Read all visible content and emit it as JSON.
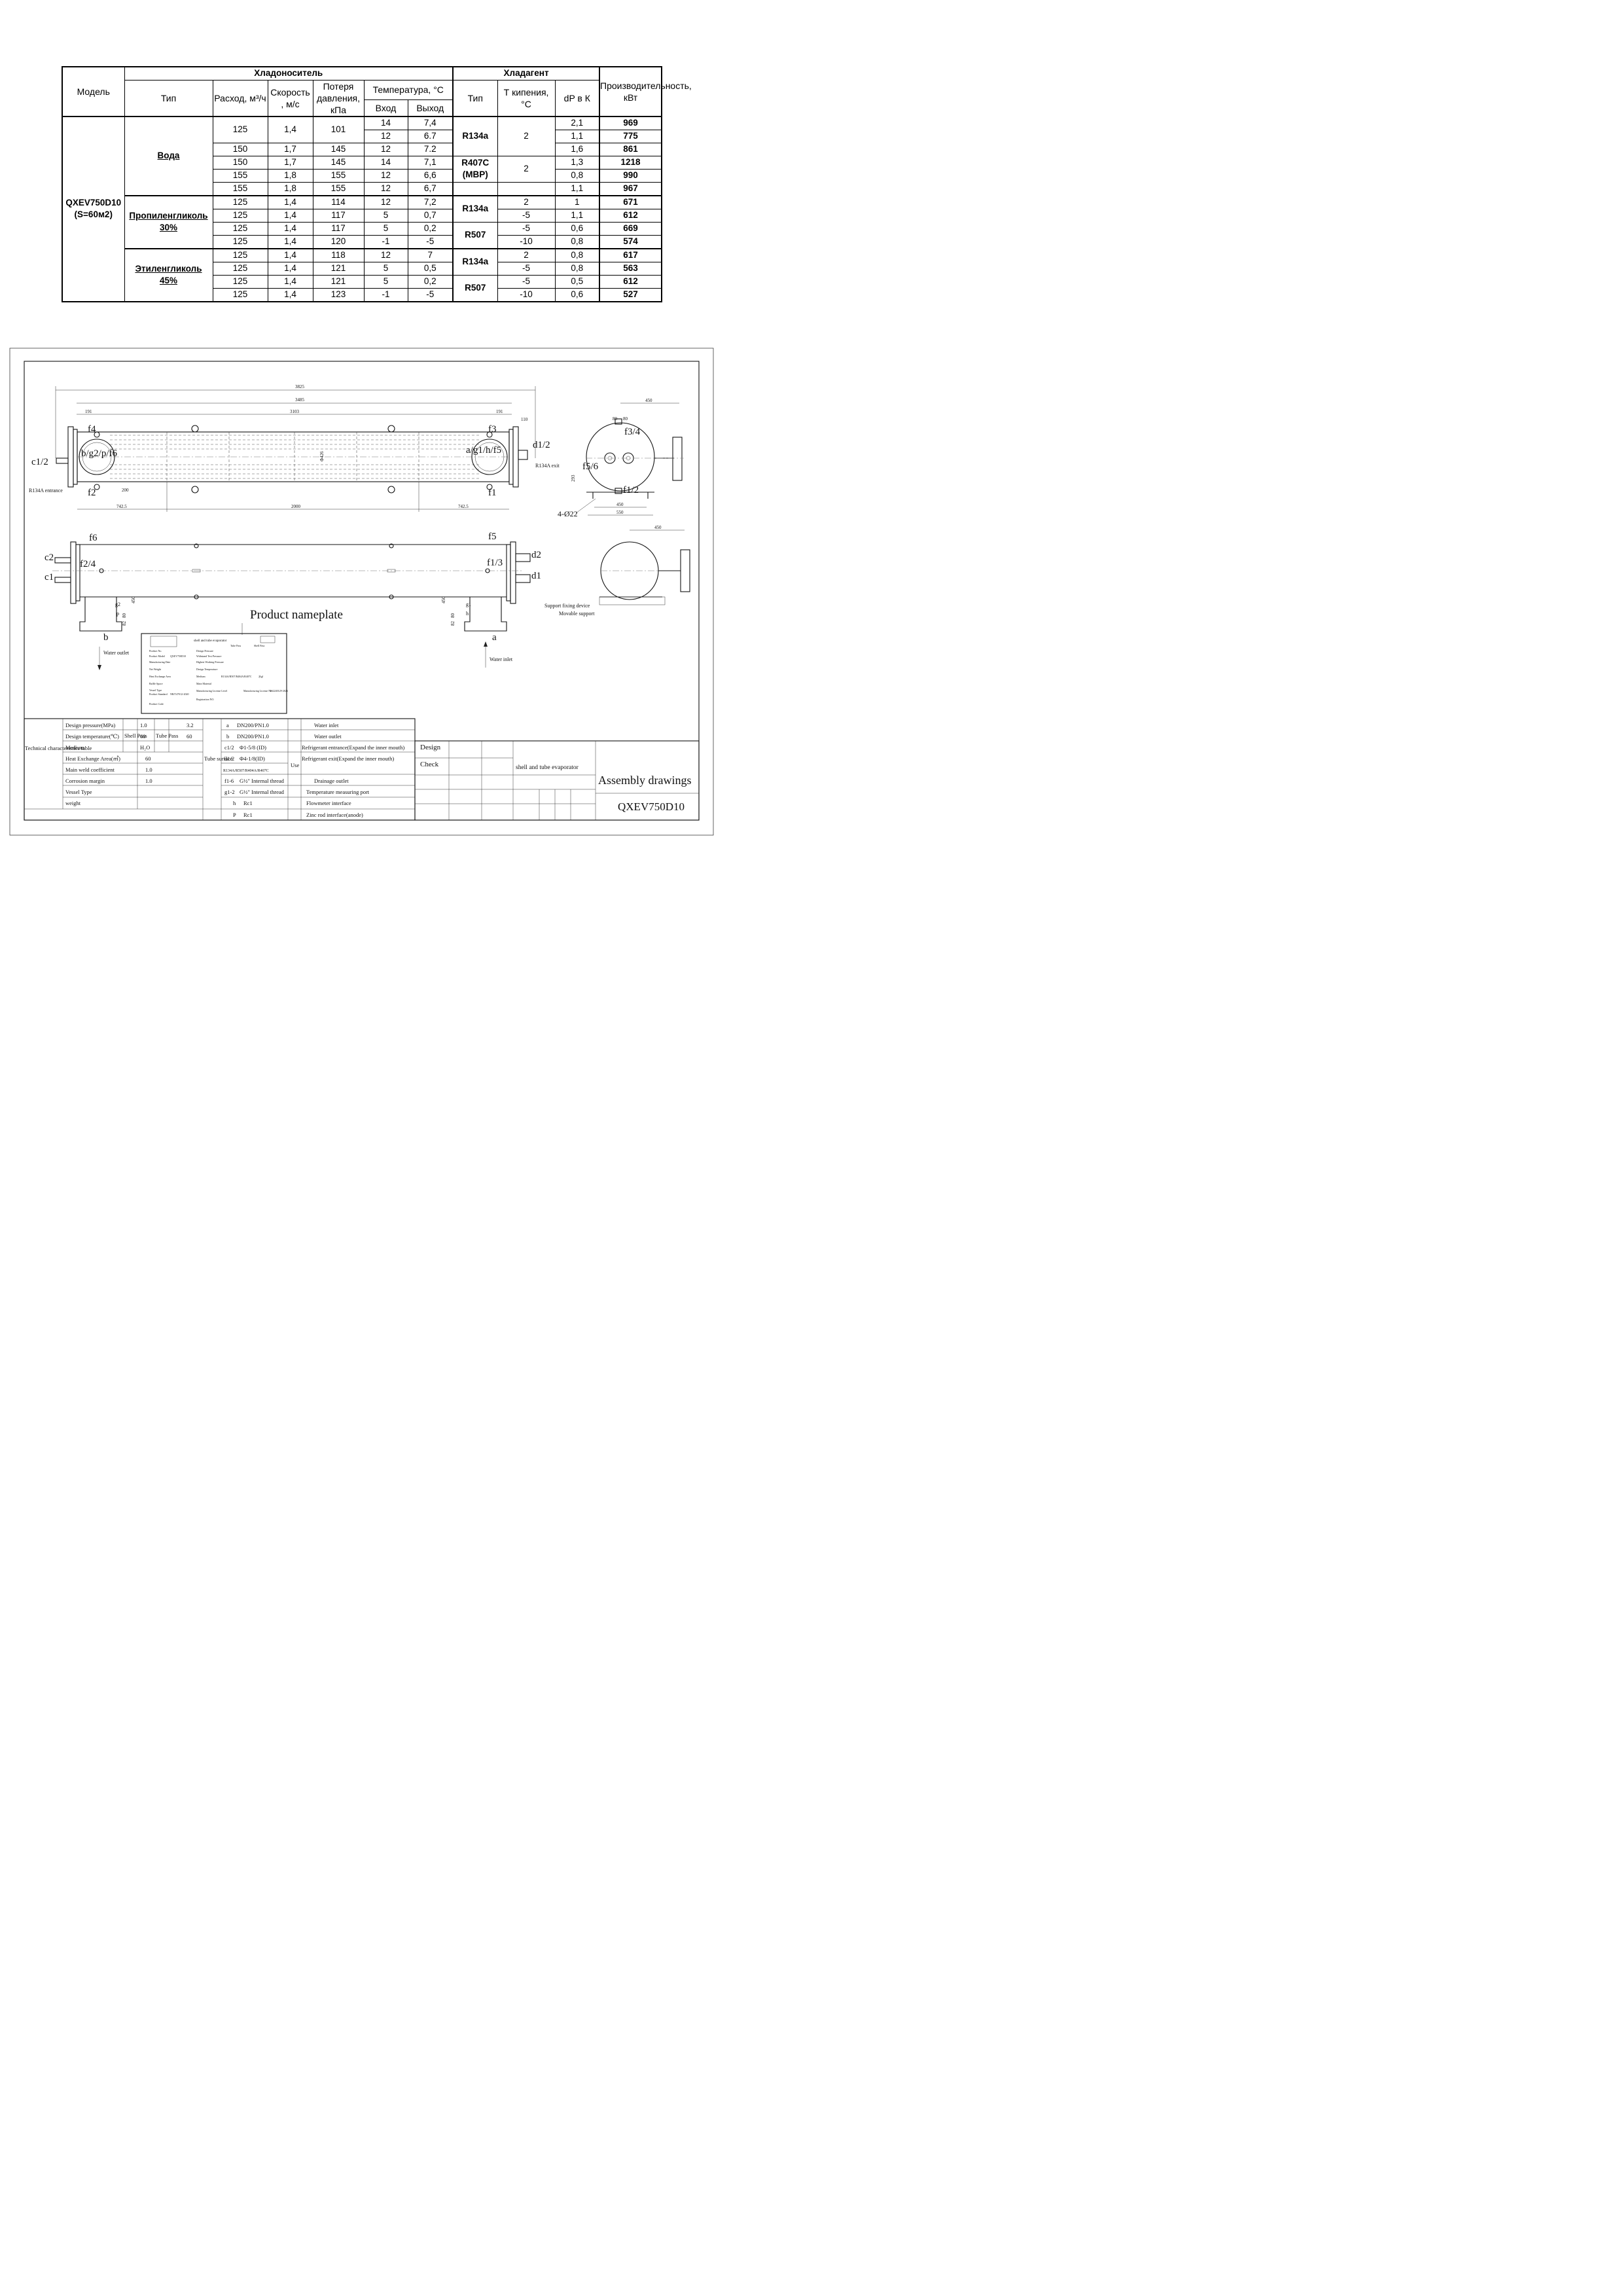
{
  "spec_table": {
    "header": {
      "model": "Модель",
      "coolant": "Хладоноситель",
      "refrigerant": "Хладагент",
      "type": "Тип",
      "flow": "Расход, м³/ч",
      "speed": "Скорость , м/с",
      "pressure_loss": "Потеря давления, кПа",
      "temperature": "Температура, °С",
      "inlet": "Вход",
      "outlet": "Выход",
      "ref_type": "Тип",
      "boil_temp": "Т кипения, °С",
      "dp": "dP в К",
      "capacity": "Производительность, кВт"
    },
    "model": "QXEV750D10",
    "model_area": "(S=60м2)",
    "coolants": {
      "water": "Вода",
      "propylene_1": "Пропиленгликоль",
      "propylene_2": "30%",
      "ethylene_1": "Этиленгликоль",
      "ethylene_2": "45%"
    },
    "rows": [
      {
        "flow": "125",
        "speed": "1,4",
        "loss": "101",
        "tin": "14",
        "tout": "7,4",
        "dp": "2,1",
        "cap": "969"
      },
      {
        "tin": "12",
        "tout": "6.7",
        "dp": "1,1",
        "cap": "775"
      },
      {
        "flow": "150",
        "speed": "1,7",
        "loss": "145",
        "tin": "12",
        "tout": "7.2",
        "dp": "1,6",
        "cap": "861"
      },
      {
        "flow": "150",
        "speed": "1,7",
        "loss": "145",
        "tin": "14",
        "tout": "7,1",
        "dp": "1,3",
        "cap": "1218"
      },
      {
        "flow": "155",
        "speed": "1,8",
        "loss": "155",
        "tin": "12",
        "tout": "6,6",
        "dp": "0,8",
        "cap": "990"
      },
      {
        "flow": "155",
        "speed": "1,8",
        "loss": "155",
        "tin": "12",
        "tout": "6,7",
        "dp": "1,1",
        "cap": "967"
      },
      {
        "flow": "125",
        "speed": "1,4",
        "loss": "114",
        "tin": "12",
        "tout": "7,2",
        "boil": "2",
        "dp": "1",
        "cap": "671"
      },
      {
        "flow": "125",
        "speed": "1,4",
        "loss": "117",
        "tin": "5",
        "tout": "0,7",
        "boil": "-5",
        "dp": "1,1",
        "cap": "612"
      },
      {
        "flow": "125",
        "speed": "1,4",
        "loss": "117",
        "tin": "5",
        "tout": "0,2",
        "boil": "-5",
        "dp": "0,6",
        "cap": "669"
      },
      {
        "flow": "125",
        "speed": "1,4",
        "loss": "120",
        "tin": "-1",
        "tout": "-5",
        "boil": "-10",
        "dp": "0,8",
        "cap": "574"
      },
      {
        "flow": "125",
        "speed": "1,4",
        "loss": "118",
        "tin": "12",
        "tout": "7",
        "boil": "2",
        "dp": "0,8",
        "cap": "617"
      },
      {
        "flow": "125",
        "speed": "1,4",
        "loss": "121",
        "tin": "5",
        "tout": "0,5",
        "boil": "-5",
        "dp": "0,8",
        "cap": "563"
      },
      {
        "flow": "125",
        "speed": "1,4",
        "loss": "121",
        "tin": "5",
        "tout": "0,2",
        "boil": "-5",
        "dp": "0,5",
        "cap": "612"
      },
      {
        "flow": "125",
        "speed": "1,4",
        "loss": "123",
        "tin": "-1",
        "tout": "-5",
        "boil": "-10",
        "dp": "0,6",
        "cap": "527"
      }
    ],
    "ref_types": {
      "r134a": "R134a",
      "r407c_1": "R407C",
      "r407c_2": "(MBP)",
      "r507": "R507"
    },
    "boil_groups": {
      "water_1": "2",
      "water_2": "2"
    }
  },
  "drawing": {
    "dims": {
      "total": "3825",
      "inner": "3485",
      "center": "3103",
      "left_off": "191",
      "right_off": "191",
      "flange": "110",
      "supp_space": "2000",
      "left_sup": "742.5",
      "right_sup": "742.5",
      "gap": "200",
      "dia": "Φ426",
      "end_width": "450",
      "noz_space_1": "80",
      "noz_space_2": "80",
      "height": "293",
      "base_w": "450",
      "base_w2": "550",
      "holes": "4-Ø22",
      "noz_h_1": "450",
      "noz_h_2": "450",
      "small_1": "80",
      "small_2": "82",
      "small_3": "80",
      "small_4": "82",
      "end2_width": "450"
    },
    "labels": {
      "f4": "f4",
      "f3": "f3",
      "f2": "f2",
      "f1": "f1",
      "c12": "c1/2",
      "d12": "d1/2",
      "bg": "b/g2/p/f6",
      "ag": "a/g1/h/f5",
      "r134in": "R134A entrance",
      "r134out": "R134A exit",
      "f34": "f3/4",
      "f56": "f5/6",
      "f12": "f1/2",
      "f6": "f6",
      "f5": "f5",
      "c2": "c2",
      "c1": "c1",
      "f24": "f2/4",
      "f13": "f1/3",
      "d2": "d2",
      "d1": "d1",
      "g2": "g2",
      "p": "p",
      "g1": "g1",
      "h": "h",
      "b": "b",
      "a": "a",
      "water_outlet": "Water outlet",
      "water_inlet": "Water inlet",
      "support_fix": "Support fixing device",
      "movable": "Movable support",
      "nameplate": "Product nameplate"
    },
    "nameplate": {
      "title": "shell and tube evaporator",
      "tube_pass": "Tube Pass",
      "shell_pass": "Shell Pass",
      "product_no": "Product No.",
      "product_model": "Product Model",
      "model_val": "QXEV750D10",
      "manuf_date": "Manufacturing Date",
      "net_weight": "Net Weight",
      "heat_area": "Heat Exchange Area",
      "baffle": "Baffle Space",
      "vessel_type": "Vessel Type",
      "product_std": "Product Standard",
      "std_val": "NB/T47012-2020",
      "product_code": "Product Code",
      "design_pressure": "Design Pressure",
      "withstand": "Withstand Test Pressure",
      "highest": "Highest Working Pressure",
      "design_temp": "Design Temperature",
      "medium": "Medium",
      "main_material": "Main Material",
      "manuf_license": "Manufacturing License Level",
      "manuf_license_no": "Manufacturing License No.",
      "registration": "Registration NO.",
      "license_no_val": "TS2240129-2026",
      "medium_val": "R134A/R507/R404A/R407C",
      "water_val": "水gl"
    },
    "tech_table": {
      "title": "Technical characteristics table",
      "design_pressure": "Design pressure(MPa)",
      "design_temp": "Design temperature(℃)",
      "medium": "Medium",
      "heat_area": "Heat Exchange Area(㎡)",
      "weld_coef": "Main weld coefficient",
      "corrosion": "Corrosion margin",
      "vessel_type": "Vessel Type",
      "weight": "weight",
      "shell_pass": "Shell Pass",
      "tube_pass": "Tube Pass",
      "sp_pressure": "1.0",
      "tp_pressure": "3.2",
      "sp_temp": "60",
      "tp_temp": "60",
      "sp_medium": "H₂O",
      "area_val": "60",
      "weld_val": "1.0",
      "corr_val": "1.0",
      "tube_surface": "Tube surface",
      "use": "Use",
      "conns": [
        {
          "k": "a",
          "v": "DN200/PN1.0",
          "u": "Water inlet"
        },
        {
          "k": "b",
          "v": "DN200/PN1.0",
          "u": "Water outlet"
        },
        {
          "k": "c1/2",
          "v": "Φ1-5/8 (ID)",
          "u": "Refrigerant entrance(Expand the inner mouth)"
        },
        {
          "k": "d1/2",
          "v": "Φ4-1/8(ID)",
          "u": "Refrigerant exit(Expand the inner mouth)"
        },
        {
          "k": "",
          "v": "R134A/R507/R404A/R407C",
          "u": ""
        },
        {
          "k": "f1-6",
          "v": "G½\" Internal thread",
          "u": "Drainage outlet"
        },
        {
          "k": "g1-2",
          "v": "G½\" Internal thread",
          "u": "Temperature measuring port"
        },
        {
          "k": "h",
          "v": "Rc1",
          "u": "Flowmeter interface"
        },
        {
          "k": "P",
          "v": "Rc1",
          "u": "Zinc rod interface(anode)"
        }
      ]
    },
    "title_block": {
      "design": "Design",
      "check": "Check",
      "product": "shell and tube evaporator",
      "assembly": "Assembly drawings",
      "model": "QXEV750D10"
    }
  }
}
